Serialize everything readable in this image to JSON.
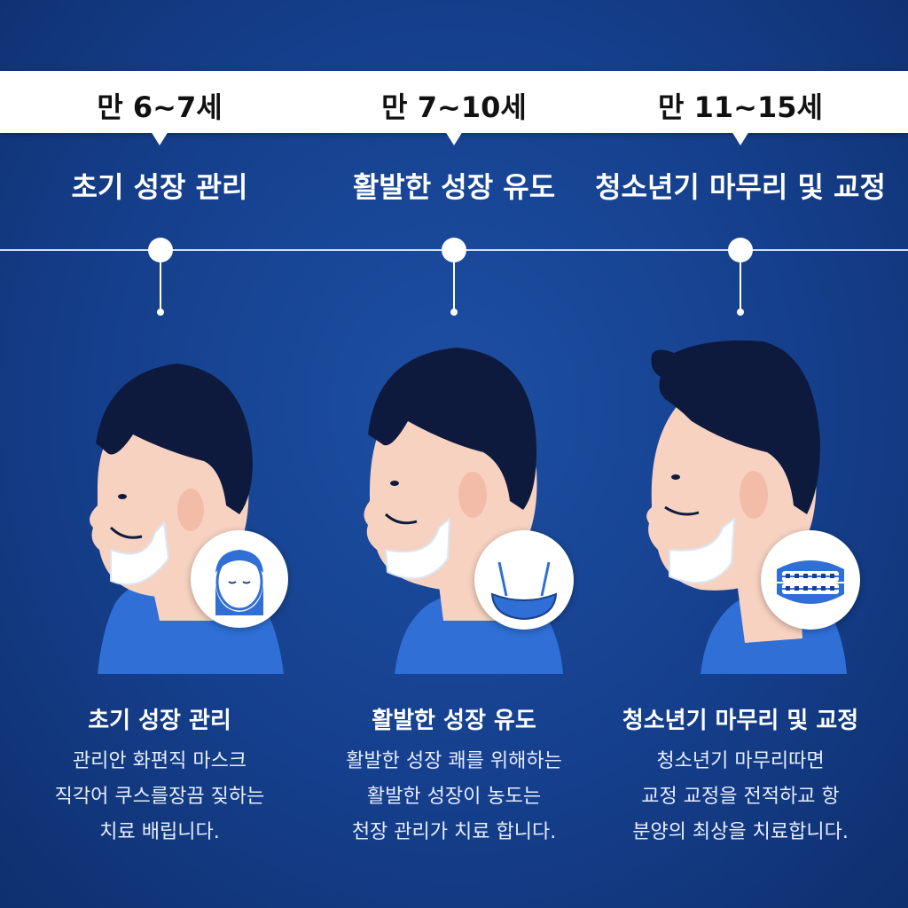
{
  "stages": [
    {
      "age": "만 6~7세",
      "title": "초기 성장 관리",
      "caption_title": "초기 성장 관리",
      "caption_lines": [
        "관리안 화편직 마스크",
        "직각어 쿠스를장끔 짖하는",
        "치료 배립니다."
      ],
      "icon": "face-mask-icon"
    },
    {
      "age": "만 7~10세",
      "title": "활발한 성장 유도",
      "caption_title": "활발한 성장 유도",
      "caption_lines": [
        "활발한 성장 쾌를 위해하는",
        "활발한 성장이 농도는",
        "천장 관리가 치료 합니다."
      ],
      "icon": "chin-cap-icon"
    },
    {
      "age": "만 11~15세",
      "title": "청소년기 마무리 및 교정",
      "caption_title": "청소년기 마무리 및 교정",
      "caption_lines": [
        "청소년기 마무리따면",
        "교정 교정을 전적하교 항",
        "분양의 최상을 치료합니다."
      ],
      "icon": "braces-icon"
    }
  ],
  "colors": {
    "background": "#153f8c",
    "accent": "#2f6fd6",
    "skin": "#f7d2c1",
    "hair": "#0e1a3d"
  }
}
